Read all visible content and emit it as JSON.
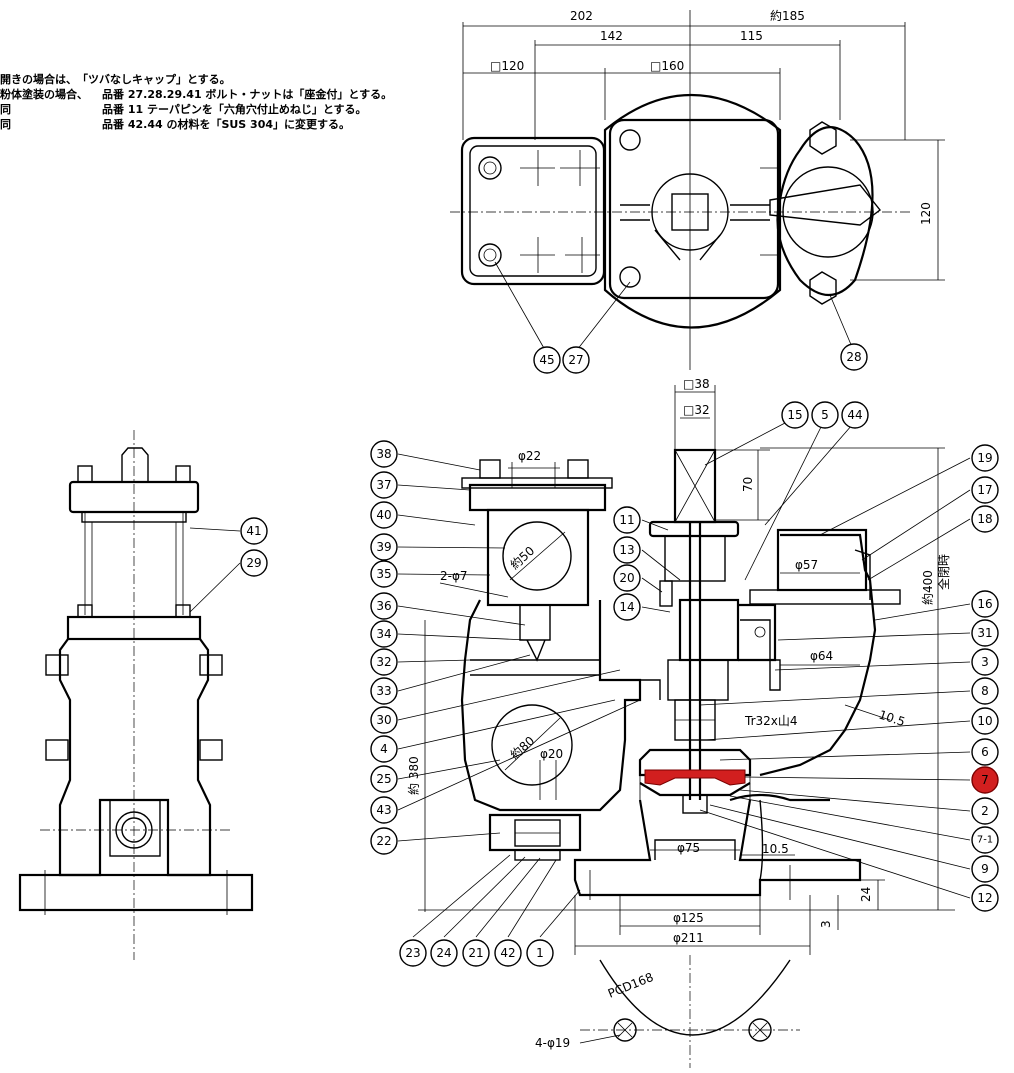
{
  "notes": [
    {
      "lead": "開きの場合は、",
      "text": "「ツバなしキャップ」とする。"
    },
    {
      "lead": "粉体塗装の場合、",
      "text": "品番 27.28.29.41 ボルト・ナットは「座金付」とする。"
    },
    {
      "lead": "同",
      "text": "品番 11 テーパピンを「六角穴付止めねじ」とする。"
    },
    {
      "lead": "同",
      "text": "品番 42.44 の材料を「SUS 304」に変更する。"
    }
  ],
  "dimensions": {
    "top_202": "202",
    "top_185": "約185",
    "top_142": "142",
    "top_115": "115",
    "sq120": "□120",
    "sq160": "□160",
    "v120": "120",
    "sq38": "□38",
    "sq32": "□32",
    "d22": "φ22",
    "d70": "70",
    "d57": "φ57",
    "d50": "約50",
    "two_d7": "2-φ7",
    "d64": "φ64",
    "h400": "約400",
    "h400b": "全閉時",
    "h380": "約 380",
    "d80": "約80",
    "d20": "φ20",
    "thread": "Tr32x山4",
    "r105a": "10.5",
    "d75": "φ75",
    "r105b": "10.5",
    "d24": "24",
    "d3": "3",
    "d125": "φ125",
    "d211": "φ211",
    "pcd": "PCD168",
    "holes": "4-φ19"
  },
  "balloons": {
    "b45": "45",
    "b27": "27",
    "b28": "28",
    "b41": "41",
    "b29": "29",
    "b38": "38",
    "b37": "37",
    "b40": "40",
    "b39": "39",
    "b35": "35",
    "b36": "36",
    "b34": "34",
    "b32": "32",
    "b33": "33",
    "b30": "30",
    "b4": "4",
    "b25": "25",
    "b43": "43",
    "b22": "22",
    "b23": "23",
    "b24": "24",
    "b21": "21",
    "b42": "42",
    "b1": "1",
    "b15": "15",
    "b5": "5",
    "b44": "44",
    "b11": "11",
    "b13": "13",
    "b20": "20",
    "b14": "14",
    "b19": "19",
    "b17": "17",
    "b18": "18",
    "b16": "16",
    "b31": "31",
    "b3": "3",
    "b8": "8",
    "b10": "10",
    "b6": "6",
    "b7": "7",
    "b2": "2",
    "b7_1": "7-1",
    "b9": "9",
    "b12": "12"
  },
  "highlight_color": "#d21f1f"
}
